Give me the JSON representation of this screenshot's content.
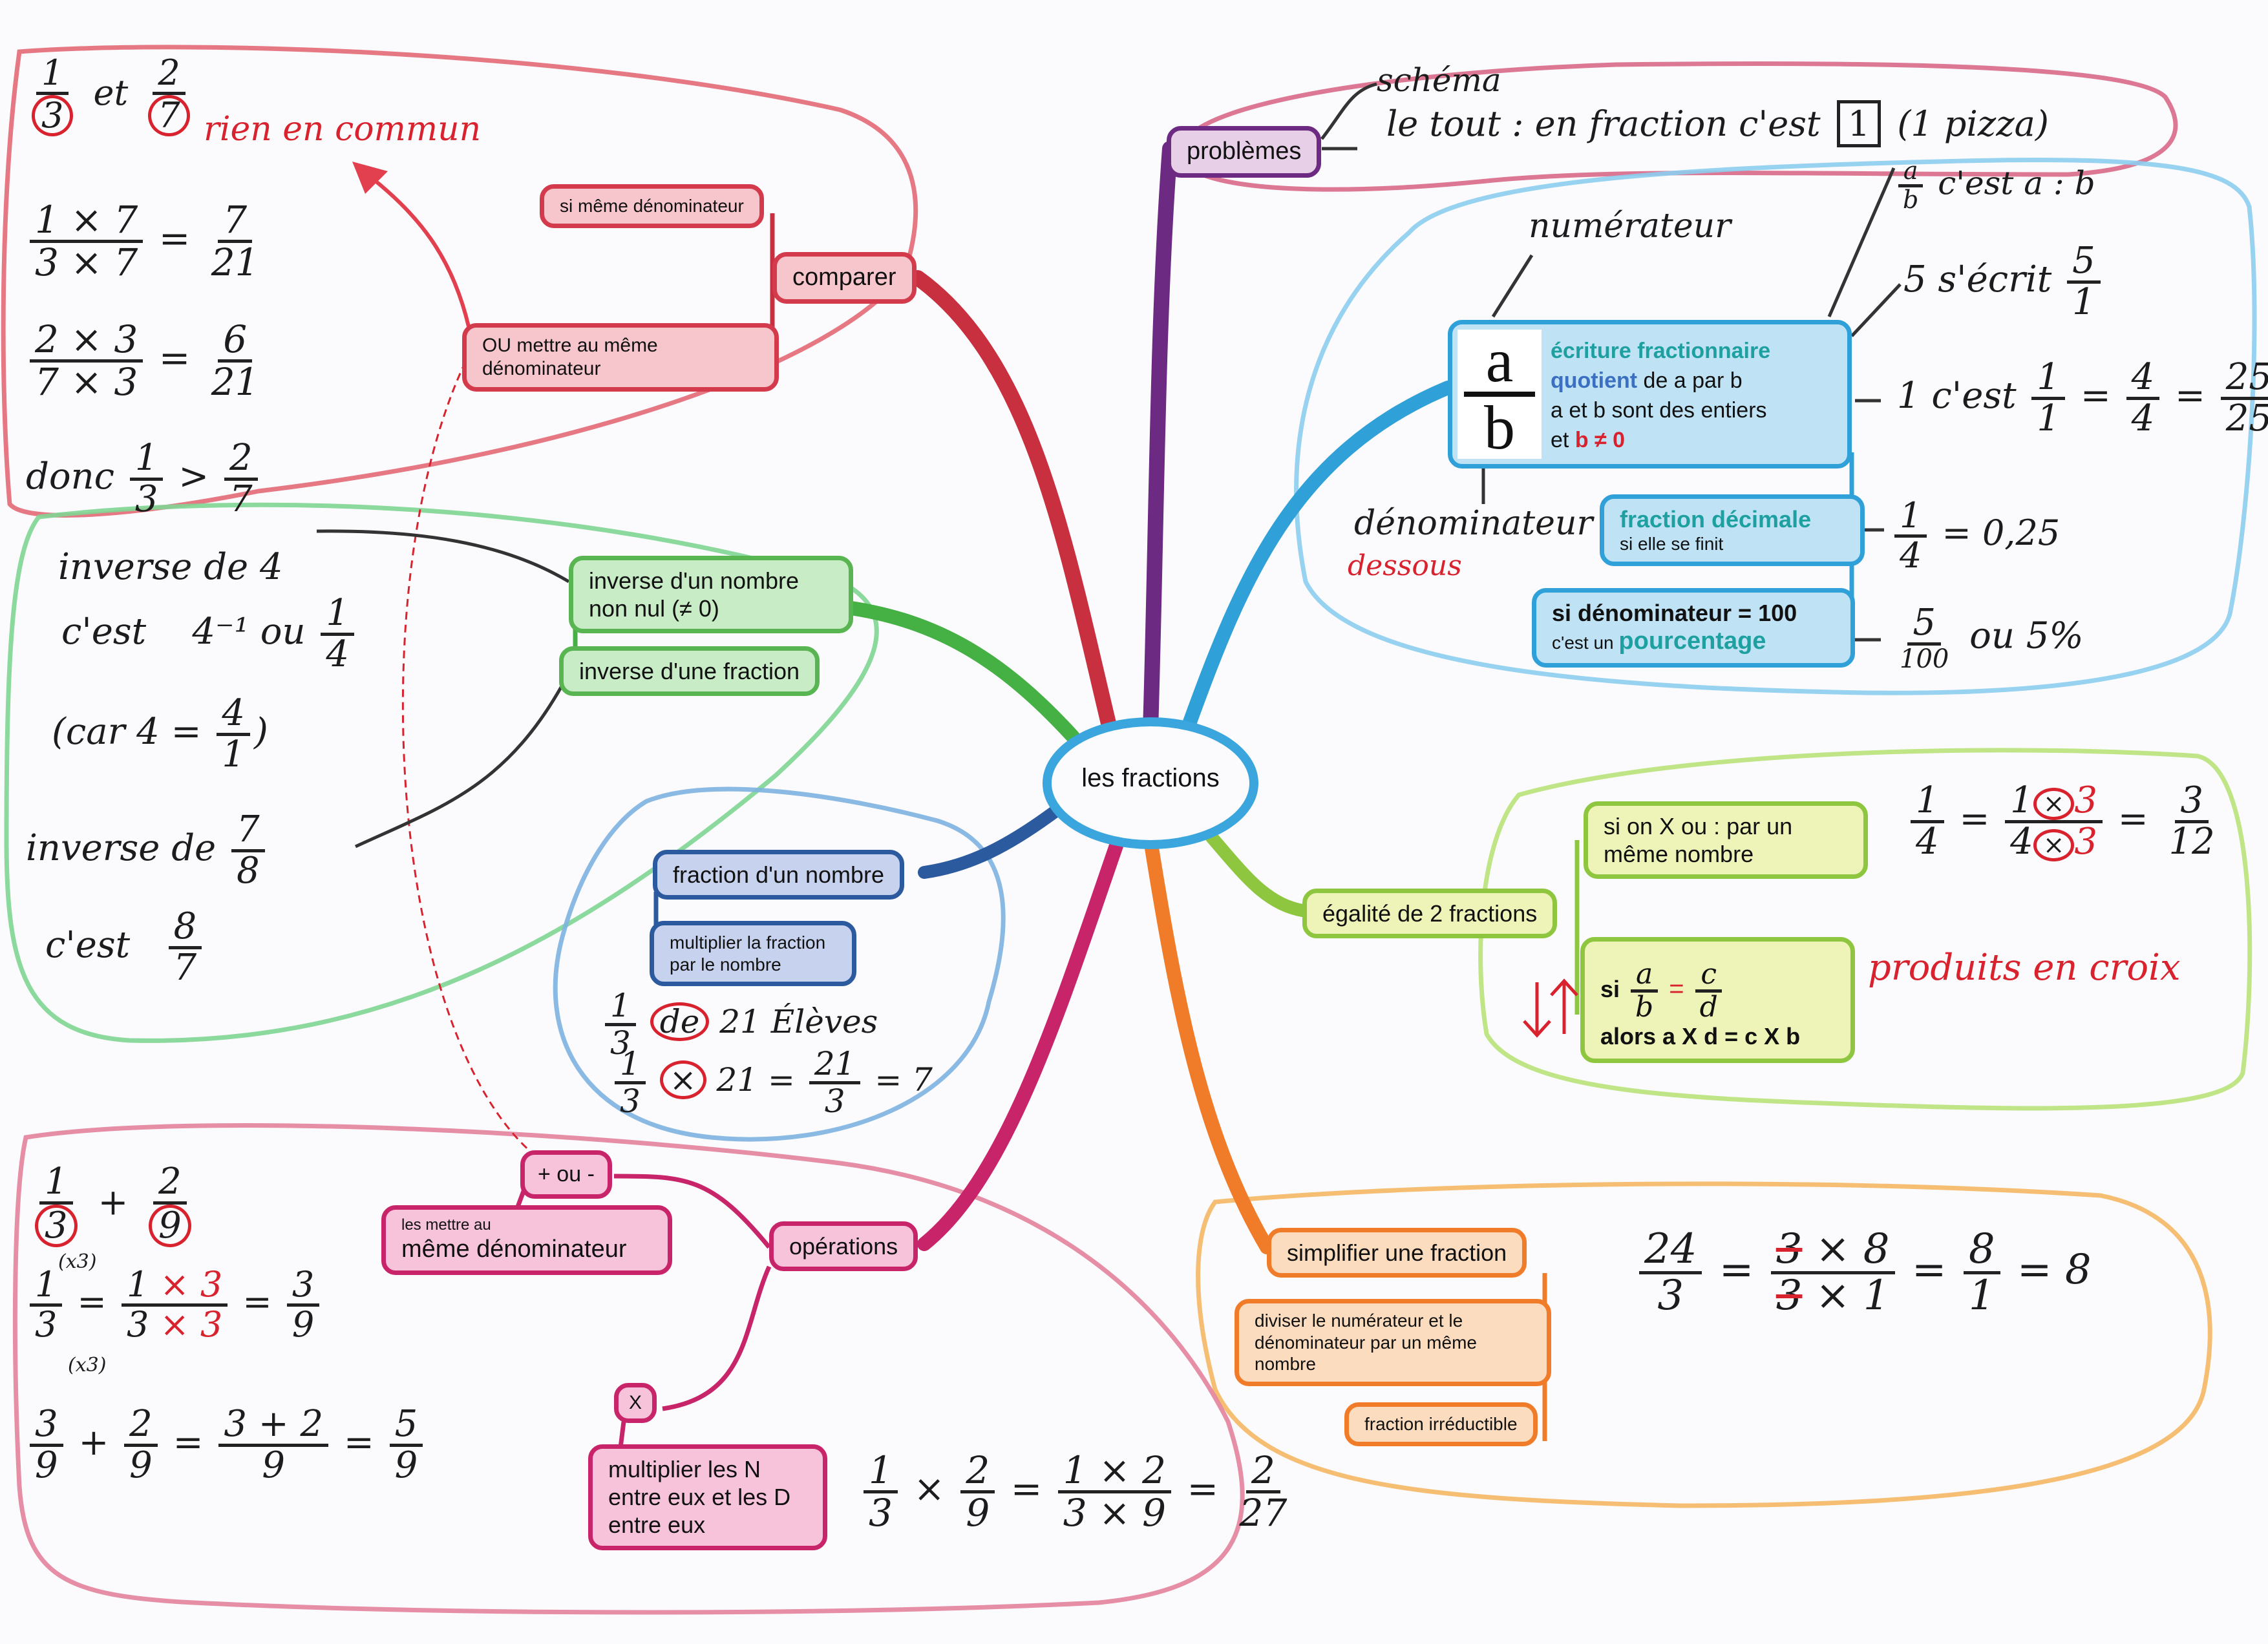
{
  "title": "les fractions",
  "colors": {
    "comparer": "#d33a4c",
    "problemes": "#6c2a82",
    "ecriture": "#2fa0d8",
    "inverse": "#58b552",
    "egalite": "#8ec63f",
    "fraction_nombre": "#2c5a9e",
    "simplifier": "#f07c2a",
    "operations": "#c8246a",
    "annotation_red": "#d8232f"
  },
  "branches": {
    "problemes": {
      "label": "problèmes",
      "notes": [
        "schéma",
        "le tout : en fraction c'est",
        "1",
        "(1 pizza)"
      ]
    },
    "comparer": {
      "label": "comparer",
      "children": [
        "si même dénominateur",
        "OU mettre au même dénominateur"
      ],
      "notes": {
        "example_start": "1/3 et 2/7",
        "rien": "rien en commun",
        "line1_num": "1 × 7",
        "line1_den": "3 × 7",
        "line1_res_num": "7",
        "line1_res_den": "21",
        "line2_num": "2 × 3",
        "line2_den": "7 × 3",
        "line2_res_num": "6",
        "line2_res_den": "21",
        "donc": "donc",
        "et": "et"
      }
    },
    "ecriture": {
      "a": "a",
      "b": "b",
      "title": "écriture fractionnaire",
      "quotient": "quotient",
      "quotient_rest": "de a par b",
      "line3": "a et b sont des entiers",
      "line4_et": "et",
      "line4_cond": "b ≠ 0",
      "numerateur": "numérateur",
      "denominateur": "dénominateur",
      "dessous": "dessous",
      "note_a_b": "c'est a : b",
      "note_5": "5 s'écrit",
      "note_1": "1 c'est",
      "decimale_title": "fraction décimale",
      "decimale_sub": "si elle se finit",
      "decimale_example": "= 0,25",
      "pourcent_title": "si dénominateur = 100",
      "pourcent_pre": "c'est un",
      "pourcent_word": "pourcentage",
      "pourcent_example": "ou 5%"
    },
    "inverse": {
      "node1": "inverse d'un nombre non nul (≠ 0)",
      "node2": "inverse d'une fraction",
      "note1": "inverse de 4",
      "note2": "c'est",
      "note2b": "4⁻¹ ou",
      "note3": "(car 4 =",
      "note4": "inverse de",
      "note5": "c'est"
    },
    "fraction_nombre": {
      "label": "fraction d'un nombre",
      "child": "multiplier la fraction par le nombre",
      "ex1_de": "de",
      "ex1_rest": "21 Élèves",
      "ex2": "21 ="
    },
    "egalite": {
      "label": "égalité de 2 fractions",
      "child1": "si on X ou : par un même nombre",
      "child2_si": "si",
      "child2_alors": "alors a X d = c X b",
      "produits": "produits en croix"
    },
    "simplifier": {
      "label": "simplifier une fraction",
      "child1": "diviser le numérateur et le dénominateur par un même nombre",
      "child2": "fraction irréductible",
      "example": [
        "24/3",
        "3×8 / 3×1",
        "8/1",
        "8"
      ]
    },
    "operations": {
      "label": "opérations",
      "plus_minus": "+ ou -",
      "plus_minus_child_small": "les mettre au",
      "plus_minus_child_big": "même dénominateur",
      "times": "X",
      "times_child": "multiplier les N entre eux et les D entre eux",
      "add_note_x3": "(x3)",
      "add_result": "5/9",
      "mult_example": "1/3 × 2/9 = 1×2 / 3×9 = 2/27"
    }
  }
}
